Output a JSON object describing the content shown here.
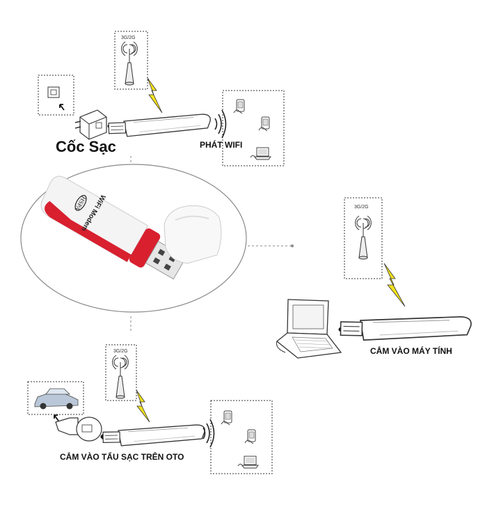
{
  "labels": {
    "charger": "Cốc Sạc",
    "wifi": "PHÁT WIFI",
    "computer": "CẮM VÀO MÁY TÍNH",
    "car": "CẮM VÀO TẨU SẠC TRÊN OTO"
  },
  "towers": {
    "top": "3G/2G",
    "right": "3G/2G",
    "bottom": "3G/2G"
  },
  "dongle": {
    "brand": "HSPA",
    "model": "WiFi Modem"
  },
  "colors": {
    "accent": "#d8202f",
    "bolt": "#f2e21a",
    "line": "#333333"
  }
}
